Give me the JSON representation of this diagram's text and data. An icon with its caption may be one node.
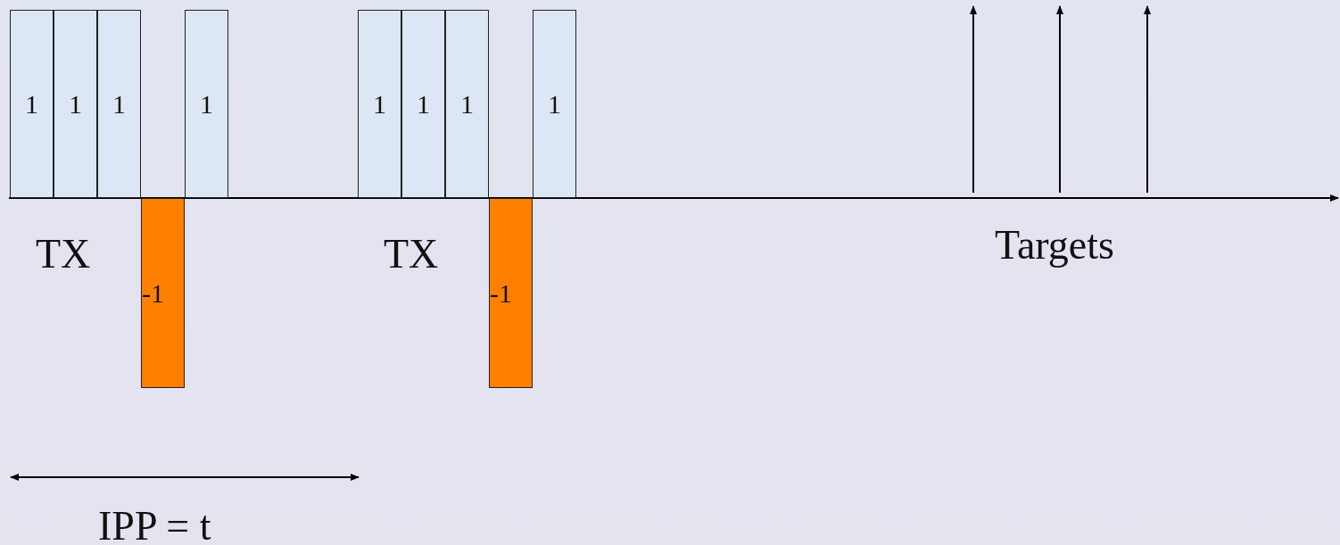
{
  "diagram": {
    "nodes": [
      {
        "text": [
          "1"
        ]
      },
      {
        "text": [
          "1"
        ]
      },
      {
        "text": [
          "1"
        ]
      },
      {
        "text": [
          "-1"
        ]
      },
      {
        "text": [
          "1"
        ]
      },
      {
        "text": [
          "1"
        ]
      },
      {
        "text": [
          "1"
        ]
      },
      {
        "text": [
          "1"
        ]
      },
      {
        "text": [
          "-1"
        ]
      },
      {
        "text": [
          "1"
        ]
      }
    ],
    "labels": [
      "TX",
      "TX",
      "Targets",
      "IPP = t"
    ]
  }
}
